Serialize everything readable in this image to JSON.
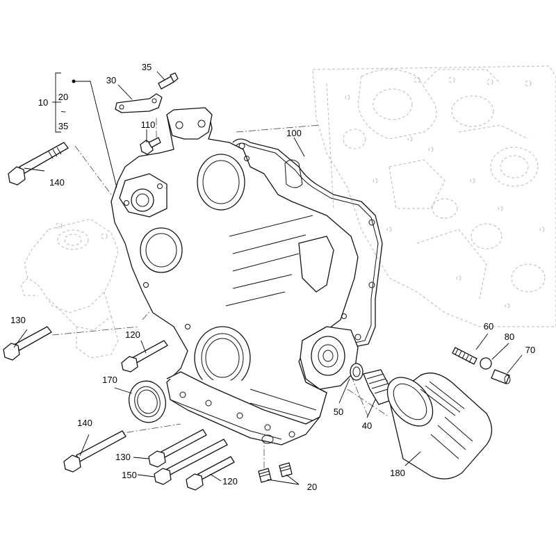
{
  "labels": {
    "l35": "35",
    "l30": "30",
    "l10": "10",
    "l20a": "20",
    "ltilde": "~",
    "l35b": "35",
    "l110": "110",
    "l100": "100",
    "l140a": "140",
    "l130a": "130",
    "l120a": "120",
    "l170": "170",
    "l60": "60",
    "l80": "80",
    "l70": "70",
    "l50": "50",
    "l40": "40",
    "l140b": "140",
    "l130b": "130",
    "l150": "150",
    "l120b": "120",
    "l20b": "20",
    "l180": "180"
  }
}
